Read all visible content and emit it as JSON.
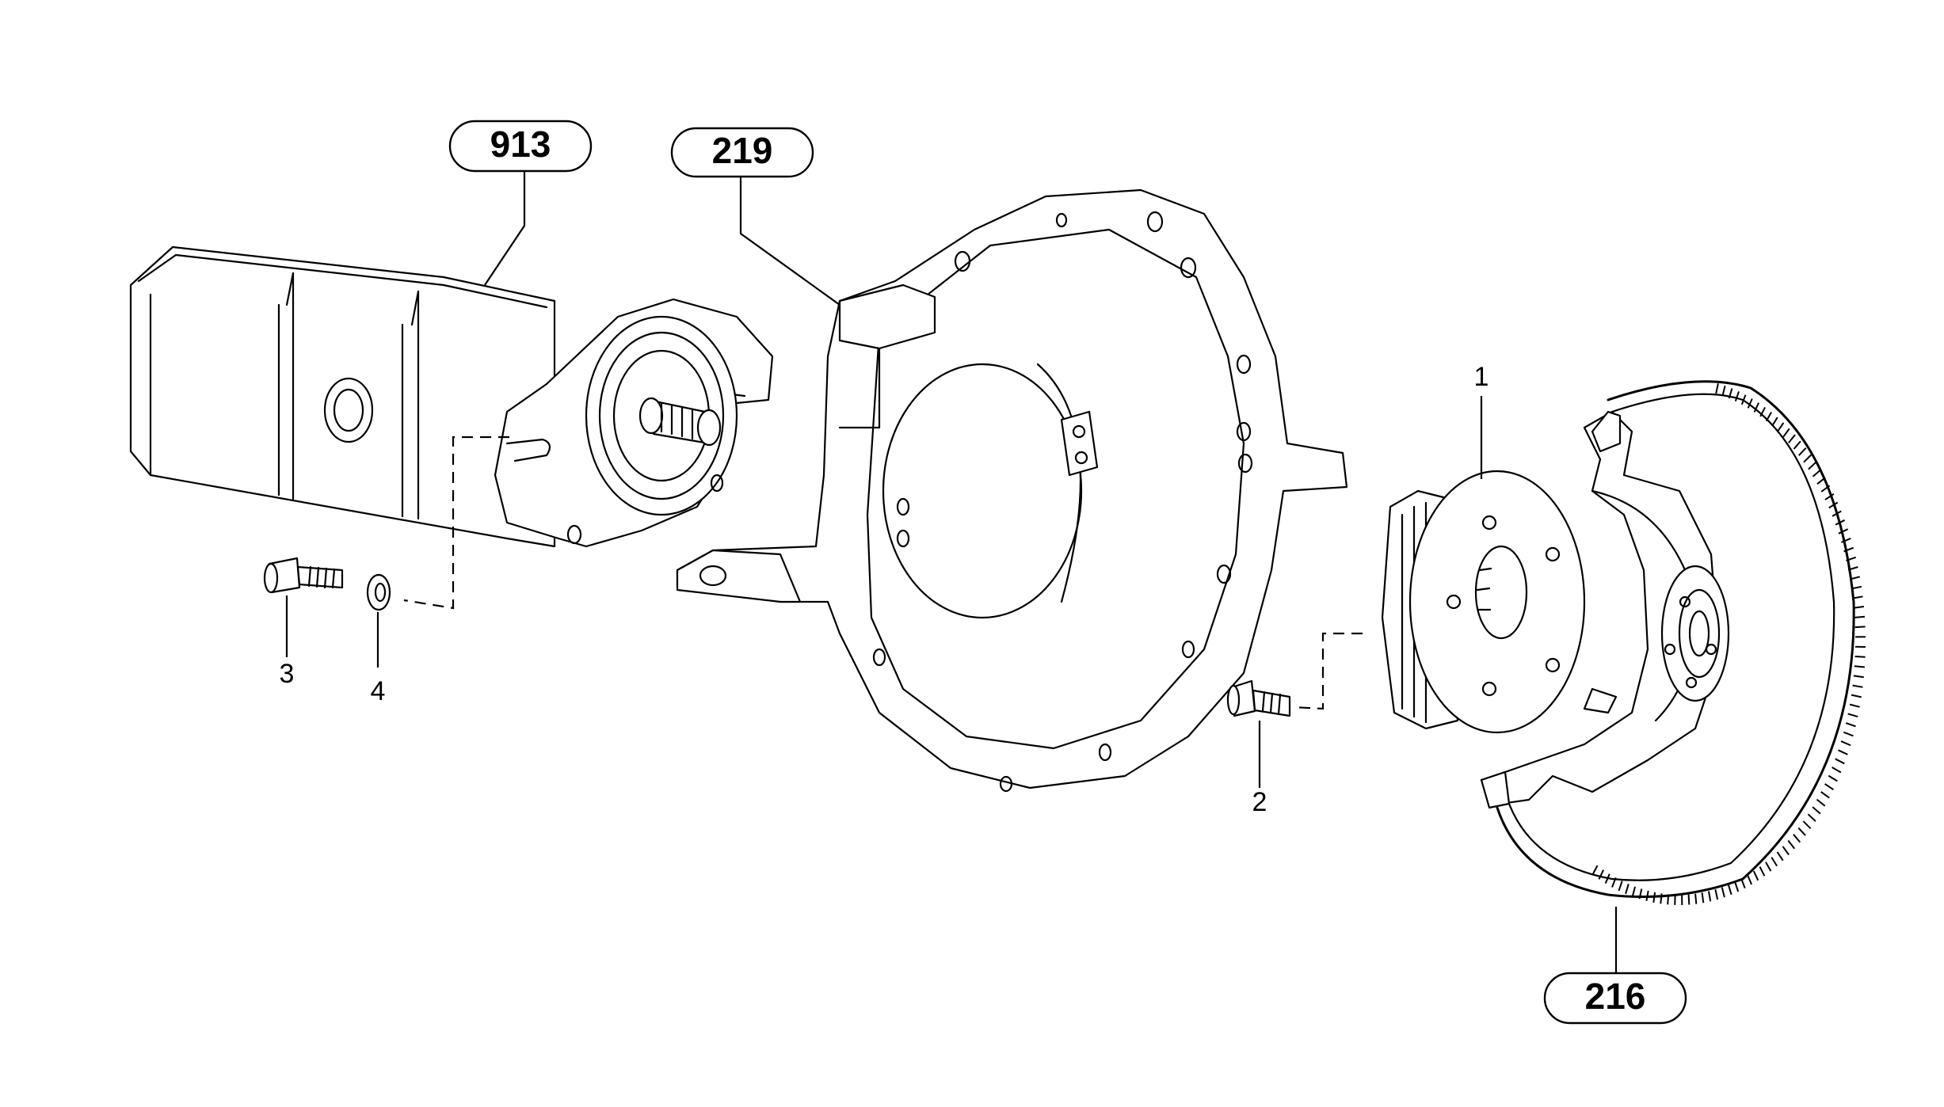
{
  "callouts": [
    {
      "id": "913"
    },
    {
      "id": "219"
    },
    {
      "id": "216"
    }
  ],
  "items": [
    {
      "id": "1"
    },
    {
      "id": "2"
    },
    {
      "id": "3"
    },
    {
      "id": "4"
    }
  ]
}
